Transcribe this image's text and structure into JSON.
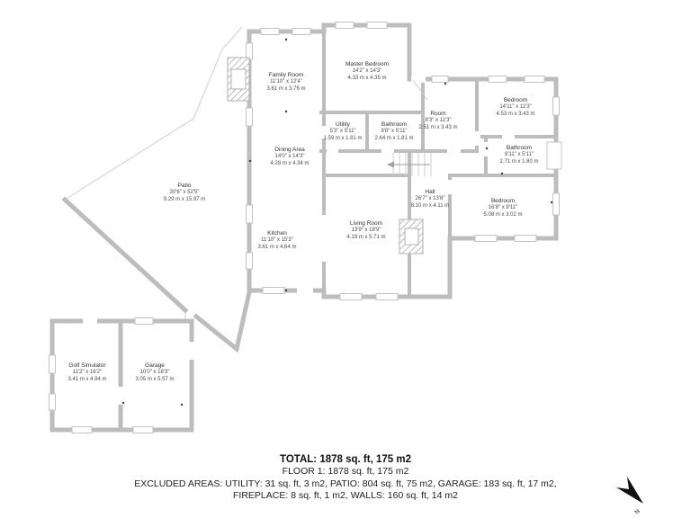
{
  "rooms": [
    {
      "id": "family-room",
      "name": "Family Room",
      "size_ft": "11'10\" x 12'4\"",
      "size_m": "3.61 m x 3.76 m"
    },
    {
      "id": "master-bedroom",
      "name": "Master Bedroom",
      "size_ft": "14'2\" x 14'3\"",
      "size_m": "4.33 m x 4.35 m"
    },
    {
      "id": "utility",
      "name": "Utility",
      "size_ft": "5'3\" x 5'11\"",
      "size_m": "1.59 m x 1.81 m"
    },
    {
      "id": "bathroom-top",
      "name": "Bathroom",
      "size_ft": "8'8\" x 5'11\"",
      "size_m": "2.64 m x 1.81 m"
    },
    {
      "id": "room",
      "name": "Room",
      "size_ft": "8'3\" x 11'3\"",
      "size_m": "2.51 m x 3.43 m"
    },
    {
      "id": "bedroom-top-right",
      "name": "Bedroom",
      "size_ft": "14'11\" x 11'3\"",
      "size_m": "4.53 m x 3.43 m"
    },
    {
      "id": "bathroom-right",
      "name": "Bathroom",
      "size_ft": "8'11\" x 5'11\"",
      "size_m": "2.71 m x 1.80 m"
    },
    {
      "id": "bedroom-right",
      "name": "Bedroom",
      "size_ft": "16'8\" x 9'11\"",
      "size_m": "5.08 m x 3.02 m"
    },
    {
      "id": "hall",
      "name": "Hall",
      "size_ft": "26'7\" x 13'6\"",
      "size_m": "8.10 m x 4.11 m"
    },
    {
      "id": "dining-area",
      "name": "Dining Area",
      "size_ft": "14'0\" x 14'3\"",
      "size_m": "4.28 m x 4.34 m"
    },
    {
      "id": "kitchen",
      "name": "Kitchen",
      "size_ft": "11'10\" x 15'3\"",
      "size_m": "3.61 m x 4.64 m"
    },
    {
      "id": "living-room",
      "name": "Living Room",
      "size_ft": "13'9\" x 18'9\"",
      "size_m": "4.19 m x 5.71 m"
    },
    {
      "id": "patio",
      "name": "Patio",
      "size_ft": "30'6\" x 52'5\"",
      "size_m": "9.29 m x 15.97 m"
    },
    {
      "id": "golf-simulator",
      "name": "Golf Simulator",
      "size_ft": "11'2\" x 16'2\"",
      "size_m": "3.41 m x 4.94 m"
    },
    {
      "id": "garage",
      "name": "Garage",
      "size_ft": "10'0\" x 18'3\"",
      "size_m": "3.05 m x 5.57 m"
    }
  ],
  "footer": {
    "total": "TOTAL: 1878 sq. ft, 175 m2",
    "floor": "FLOOR 1: 1878 sq. ft, 175 m2",
    "excluded_1": "EXCLUDED AREAS: UTILITY: 31 sq. ft, 3 m2, PATIO: 804 sq. ft, 75 m2, GARAGE: 183 sq. ft, 17 m2,",
    "excluded_2": "FIREPLACE: 8 sq. ft, 1 m2, WALLS: 160 sq. ft, 14 m2"
  },
  "compass": {
    "label": "N"
  },
  "colors": {
    "wall": "#bdbdbd",
    "patio_line": "#d9d9d9",
    "text": "#3f3f3f",
    "compass": "#111111"
  }
}
